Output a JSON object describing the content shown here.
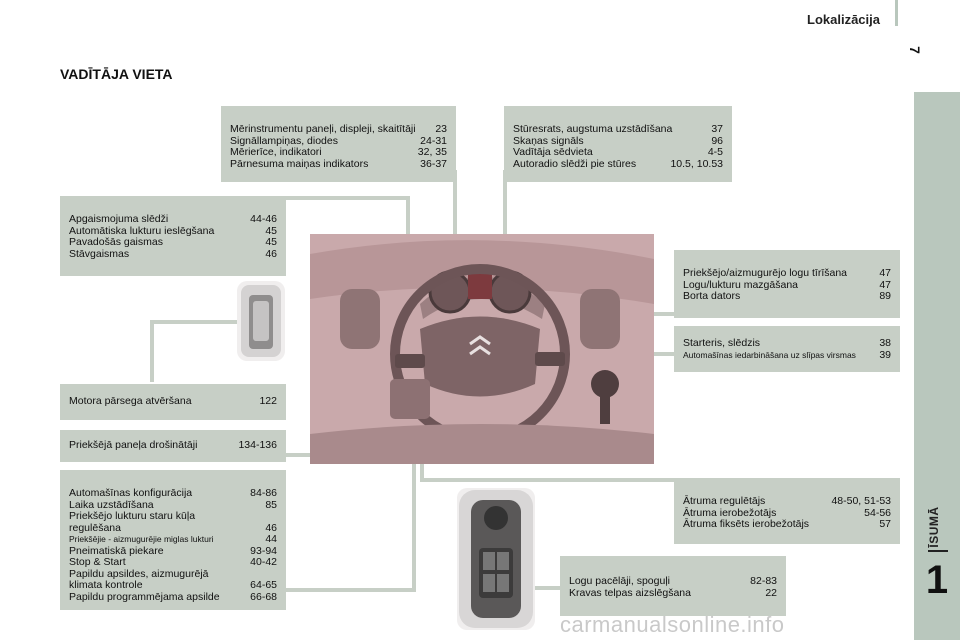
{
  "header": {
    "title": "Lokalizācija",
    "page_number": "7"
  },
  "side_tab": {
    "label": "ĪSUMĀ",
    "chapter": "1"
  },
  "section_title": "VADĪTĀJA VIETA",
  "boxes": {
    "instruments": [
      {
        "label": "Mērinstrumentu paneļi, displeji, skaitītāji",
        "pages": "23"
      },
      {
        "label": "Signāllampiņas, diodes",
        "pages": "24-31"
      },
      {
        "label": "Mērierīce, indikatori",
        "pages": "32, 35"
      },
      {
        "label": "Pārnesuma maiņas indikators",
        "pages": "36-37"
      }
    ],
    "steering": [
      {
        "label": "Stūresrats, augstuma uzstādīšana",
        "pages": "37"
      },
      {
        "label": "Skaņas signāls",
        "pages": "96"
      },
      {
        "label": "Vadītāja sēdvieta",
        "pages": "4-5"
      },
      {
        "label": "Autoradio slēdži pie stūres",
        "pages": "10.5, 10.53"
      }
    ],
    "lighting": [
      {
        "label": "Apgaismojuma slēdži",
        "pages": "44-46"
      },
      {
        "label": "Automātiska lukturu ieslēgšana",
        "pages": "45"
      },
      {
        "label": "Pavadošās gaismas",
        "pages": "45"
      },
      {
        "label": "Stāvgaismas",
        "pages": "46"
      }
    ],
    "wipers": [
      {
        "label": "Priekšējo/aizmugurējo logu tīrīšana",
        "pages": "47"
      },
      {
        "label": "Logu/lukturu mazgāšana",
        "pages": "47"
      },
      {
        "label": "Borta dators",
        "pages": "89"
      }
    ],
    "starter": [
      {
        "label": "Starteris, slēdzis",
        "pages": "38"
      },
      {
        "label": "Automašīnas iedarbināšana uz slīpas virsmas",
        "pages": "39"
      }
    ],
    "bonnet": [
      {
        "label": "Motora pārsega atvēršana",
        "pages": "122"
      }
    ],
    "fuses": [
      {
        "label": "Priekšējā paneļa drošinātāji",
        "pages": "134-136"
      }
    ],
    "config": [
      {
        "label": "Automašīnas konfigurācija",
        "pages": "84-86"
      },
      {
        "label": "Laika uzstādīšana",
        "pages": "85"
      },
      {
        "label": "Priekšējo lukturu staru kūļa regulēšana",
        "pages": "46"
      },
      {
        "label": "Priekšējie - aizmugurējie miglas lukturi",
        "pages": "44"
      },
      {
        "label": "Pneimatiskā piekare",
        "pages": "93-94"
      },
      {
        "label": "Stop & Start",
        "pages": "40-42"
      },
      {
        "label": "Papildu apsildes, aizmugurējā klimata kontrole",
        "pages": "64-65"
      },
      {
        "label": "Papildu programmējama apsilde",
        "pages": "66-68"
      }
    ],
    "speed": [
      {
        "label": "Ātruma regulētājs",
        "pages": "48-50, 51-53"
      },
      {
        "label": "Ātruma ierobežotājs",
        "pages": "54-56"
      },
      {
        "label": "Ātruma fiksēts ierobežotājs",
        "pages": "57"
      }
    ],
    "windows": [
      {
        "label": "Logu pacēlāji, spoguļi",
        "pages": "82-83"
      },
      {
        "label": "Kravas telpas aizslēgšana",
        "pages": "22"
      }
    ]
  },
  "photo": {
    "brand_logo": "citroen-chevrons"
  },
  "watermark": "carmanualsonline.info"
}
